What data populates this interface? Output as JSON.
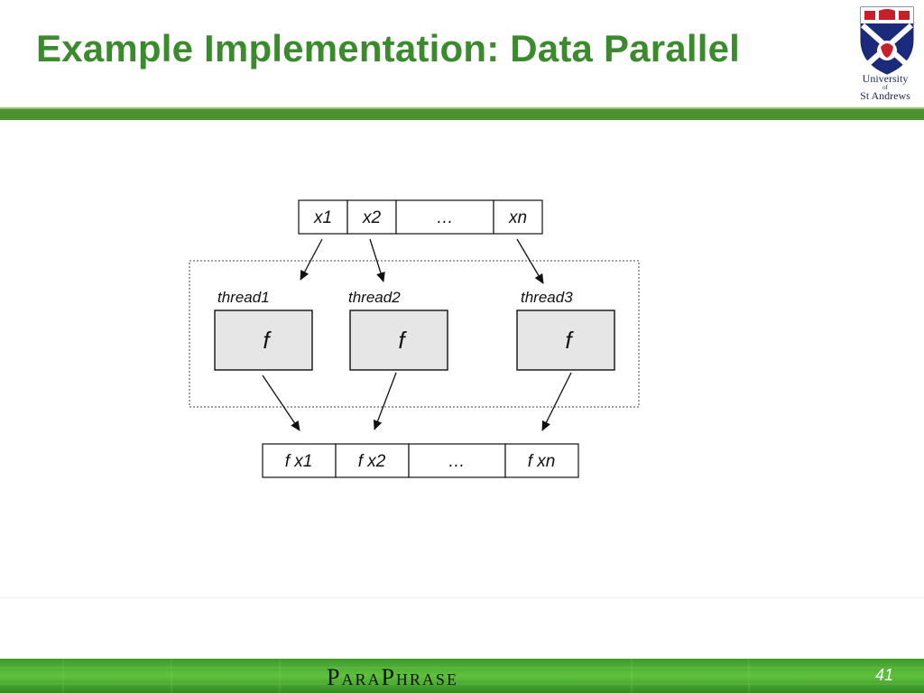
{
  "slide": {
    "title": "Example Implementation: Data Parallel",
    "page_number": "41"
  },
  "logo": {
    "line1": "University",
    "line2": "of",
    "line3": "St Andrews"
  },
  "footer": {
    "brand": "ParaPhrase"
  },
  "diagram": {
    "input_cells": [
      "x1",
      "x2",
      "…",
      "xn"
    ],
    "threads": [
      {
        "label": "thread1",
        "func": "f"
      },
      {
        "label": "thread2",
        "func": "f"
      },
      {
        "label": "thread3",
        "func": "f"
      }
    ],
    "output_cells": [
      "f x1",
      "f x2",
      "…",
      "f xn"
    ]
  },
  "colors": {
    "title": "#3c8a2e",
    "rule": "#4a9330",
    "func_box_fill": "#e6e6e6"
  }
}
